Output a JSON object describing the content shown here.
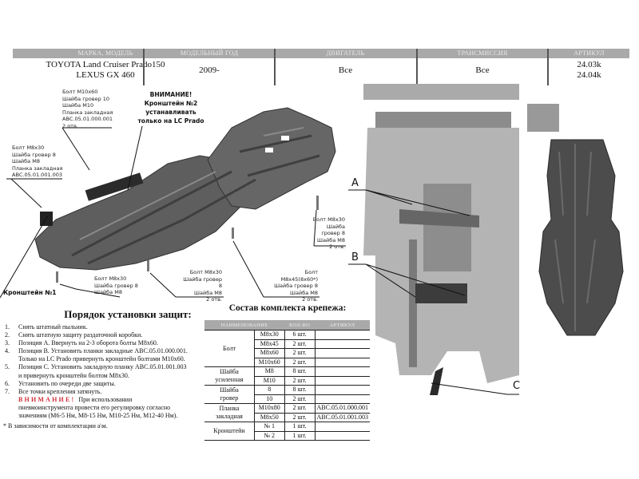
{
  "header": {
    "columns": [
      {
        "label": "МАРКА, МОДЕЛЬ",
        "value_lines": [
          "TOYOTA Land Cruiser Prado150",
          "LEXUS GX 460"
        ]
      },
      {
        "label": "МОДЕЛЬНЫЙ ГОД",
        "value_lines": [
          "2009-"
        ]
      },
      {
        "label": "ДВИГАТЕЛЬ",
        "value_lines": [
          "Все"
        ]
      },
      {
        "label": "ТРАНСМИССИЯ",
        "value_lines": [
          "Все"
        ]
      },
      {
        "label": "АРТИКУЛ",
        "value_lines": [
          "24.03k",
          "24.04k"
        ]
      }
    ]
  },
  "diagram": {
    "callouts": {
      "m10": [
        "Болт М10х60",
        "Шайба гровер 10",
        "Шайба М10",
        "Планка закладная",
        "АВС.05.01.000.001",
        "2 отв."
      ],
      "warning": [
        "ВНИМАНИЕ!",
        "Кронштейн №2",
        "устанавливать",
        "только на LC Prado"
      ],
      "m8_left": [
        "Болт М8х30",
        "Шайба гровер 8",
        "Шайба М8",
        "Планка закладная",
        "АВС.05.01.001.003"
      ],
      "m8_right": [
        "Болт М8х30",
        "Шайба гровер 8",
        "Шайба М8",
        "2 отв."
      ],
      "m8_bottom_left": [
        "Болт М8х30",
        "Шайба гровер 8",
        "Шайба М8"
      ],
      "m8_bottom_mid": [
        "Болт М8х30",
        "Шайба гровер 8",
        "Шайба М8",
        "2 отв."
      ],
      "m8x45": [
        "Болт М8х45(8х60*)",
        "Шайба гровер  8",
        "Шайба М8",
        "2 отв."
      ],
      "bracket1": "Кронштейн №1"
    },
    "position_labels": [
      "A",
      "B",
      "C"
    ],
    "colors": {
      "part": "#5a5a5a",
      "chassis": "#9a9a9a",
      "bracket": "#2a2a2a"
    }
  },
  "instructions": {
    "title": "Порядок установки защит:",
    "steps": [
      {
        "num": "1.",
        "lines": [
          "Снять штатный пыльник."
        ]
      },
      {
        "num": "2.",
        "lines": [
          "Снять штатную защиту раздаточной коробки."
        ]
      },
      {
        "num": "3.",
        "lines": [
          "Позиция А. Ввернуть на 2-3 оборота болты М8х60."
        ]
      },
      {
        "num": "4.",
        "lines": [
          "Позиция В. Установить планки закладные АВС.05.01.000.001.",
          "Только на LC Prado привернуть кронштейн болтами М10х60."
        ]
      },
      {
        "num": "5.",
        "lines": [
          "Позиция С. Установить закладную планку АВС.05.01.001.003",
          "и привернуть кронштейн болтом М8х30."
        ]
      },
      {
        "num": "6.",
        "lines": [
          "Установить по очереди две защиты."
        ]
      },
      {
        "num": "7.",
        "lines": [
          "Все точки крепления затянуть."
        ]
      }
    ],
    "warning_word": "ВНИМАНИЕ!",
    "warning_lines": [
      "При использовании",
      "пневмоинструмента провести его регулировку согласно",
      "значениям (М6-5 Нм,    М8-15 Нм, М10-25 Нм, М12-40 Нм)."
    ],
    "warning_color": "#d0303a",
    "footnote": "* В зависимости от комплектации а\\м."
  },
  "fasteners": {
    "title": "Состав комплекта крепежа:",
    "headers": [
      "НАИМЕНОВАНИЕ",
      "КОЛ-ВО",
      "АРТИКУЛ"
    ],
    "groups": [
      {
        "name_lines": [
          "Болт"
        ],
        "rows": [
          {
            "size": "М8х30",
            "qty": "6 шт.",
            "art": ""
          },
          {
            "size": "М8х45",
            "qty": "2 шт.",
            "art": ""
          },
          {
            "size": "М8х60",
            "qty": "2 шт.",
            "art": ""
          },
          {
            "size": "М10х60",
            "qty": "2 шт.",
            "art": ""
          }
        ]
      },
      {
        "name_lines": [
          "Шайба",
          "усиленная"
        ],
        "rows": [
          {
            "size": "М8",
            "qty": "8 шт.",
            "art": ""
          },
          {
            "size": "М10",
            "qty": "2 шт.",
            "art": ""
          }
        ]
      },
      {
        "name_lines": [
          "Шайба",
          "гровер"
        ],
        "rows": [
          {
            "size": "8",
            "qty": "8 шт.",
            "art": ""
          },
          {
            "size": "10",
            "qty": "2 шт.",
            "art": ""
          }
        ]
      },
      {
        "name_lines": [
          "Планка",
          "закладная"
        ],
        "rows": [
          {
            "size": "М10х80",
            "qty": "2 шт.",
            "art": "АВС.05.01.000.001"
          },
          {
            "size": "М8х50",
            "qty": "2 шт.",
            "art": "АВС.05.01.001.003"
          }
        ]
      },
      {
        "name_lines": [
          "Кронштейн"
        ],
        "rows": [
          {
            "size": "№ 1",
            "qty": "1 шт.",
            "art": ""
          },
          {
            "size": "№ 2",
            "qty": "1 шт.",
            "art": ""
          }
        ]
      }
    ]
  }
}
